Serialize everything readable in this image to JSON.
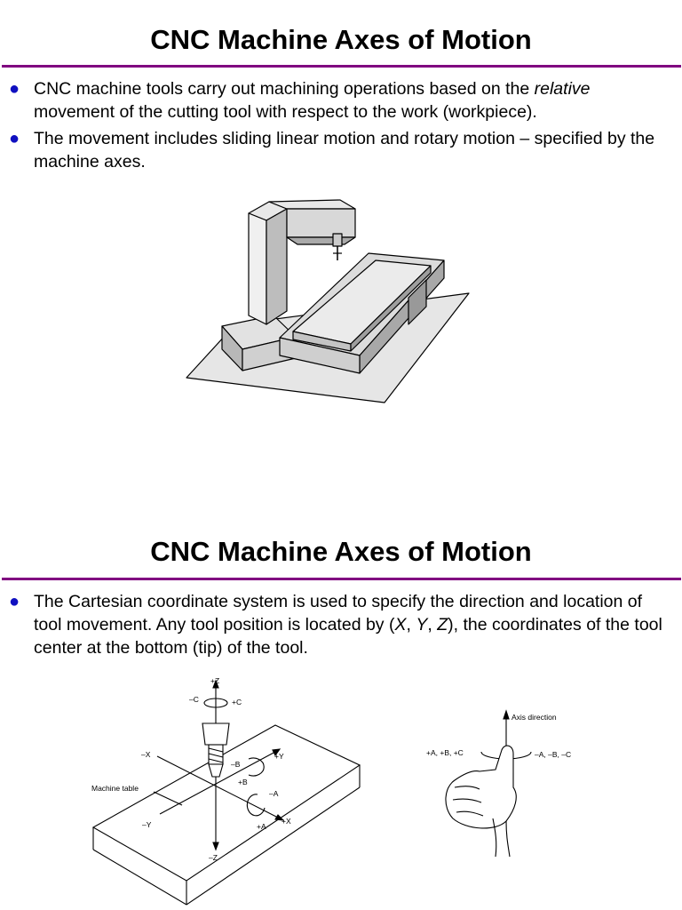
{
  "slide1": {
    "title": "CNC Machine Axes of Motion",
    "bullets": [
      {
        "before": "CNC machine tools carry out machining operations based on the ",
        "em": "relative",
        "after": " movement of the cutting tool with respect to the work (workpiece)."
      },
      {
        "text": "The movement includes sliding linear motion and rotary motion – specified by the machine axes."
      }
    ]
  },
  "slide2": {
    "title": "CNC Machine Axes of Motion",
    "bullet": {
      "p1": "The Cartesian coordinate system is used to specify the direction and location of tool movement.  Any tool position is located by (",
      "x": "X",
      "s1": ", ",
      "y": "Y",
      "s2": ", ",
      "z": "Z",
      "p2": "), the coordinates of the tool center at the bottom (tip) of the tool."
    },
    "axes_labels": {
      "plus_z": "+Z",
      "minus_z": "–Z",
      "plus_x": "+X",
      "minus_x": "–X",
      "plus_y": "+Y",
      "minus_y": "–Y",
      "plus_a": "+A",
      "minus_a": "–A",
      "plus_b": "+B",
      "minus_b": "–B",
      "plus_c": "+C",
      "minus_c": "–C",
      "machine_table": "Machine table"
    },
    "hand_labels": {
      "axis_direction": "Axis direction",
      "positive": "+A, +B, +C",
      "negative": "–A, –B, –C"
    }
  }
}
